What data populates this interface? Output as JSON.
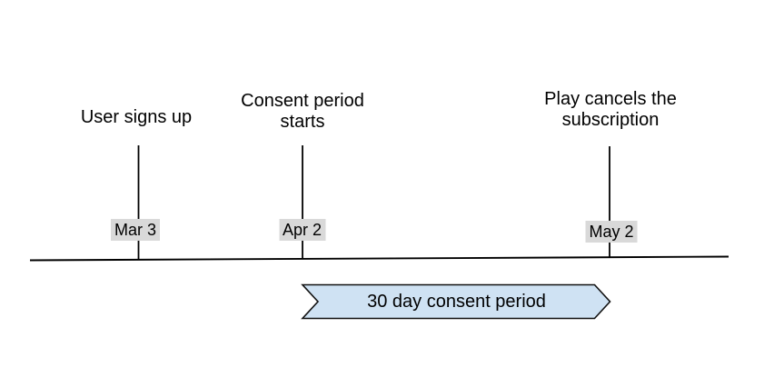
{
  "diagram": {
    "events": [
      {
        "lines": [
          "User signs up"
        ],
        "date": "Mar 3"
      },
      {
        "lines": [
          "Consent period",
          "starts"
        ],
        "date": "Apr 2"
      },
      {
        "lines": [
          "Play cancels the",
          "subscription"
        ],
        "date": "May 2"
      }
    ],
    "banner": {
      "label": "30 day consent period"
    },
    "colors": {
      "banner_fill": "#cfe2f3",
      "banner_stroke": "#111111",
      "date_background": "#d9d9d9",
      "line": "#000000",
      "text": "#000000",
      "background": "#ffffff"
    }
  }
}
